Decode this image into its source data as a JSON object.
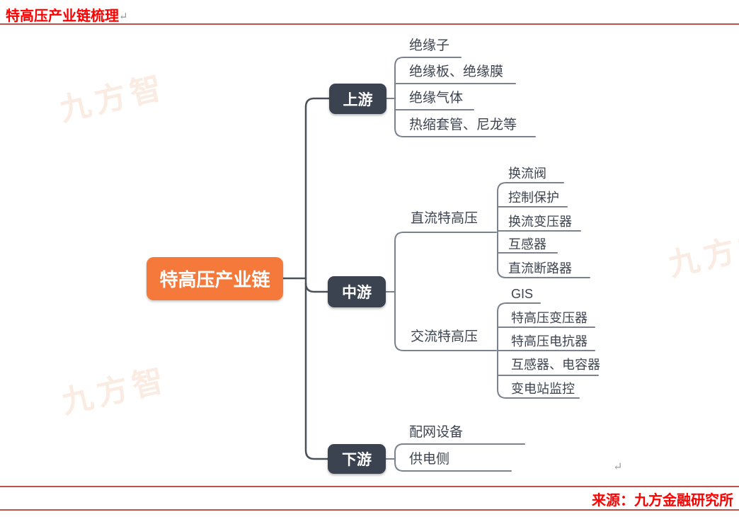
{
  "header": {
    "title": "特高压产业链梳理",
    "paragraph_mark": "↵"
  },
  "footer": {
    "source": "来源：九方金融研究所",
    "paragraph_mark": "↵"
  },
  "watermark": {
    "text": "九方智"
  },
  "colors": {
    "root_orange": "#f5793b",
    "branch_dark": "#3b4250",
    "connector_main": "#4a5059",
    "connector_child": "#7b828d",
    "title_red": "#fe0000",
    "rule_red": "#c0504d",
    "leaf_text": "#3d4450"
  },
  "mindmap": {
    "root": {
      "label": "特高压产业链"
    },
    "branches": [
      {
        "label": "上游",
        "children": [
          {
            "label": "绝缘子"
          },
          {
            "label": "绝缘板、绝缘膜"
          },
          {
            "label": "绝缘气体"
          },
          {
            "label": "热缩套管、尼龙等"
          }
        ]
      },
      {
        "label": "中游",
        "children": [
          {
            "label": "直流特高压",
            "children": [
              {
                "label": "换流阀"
              },
              {
                "label": "控制保护"
              },
              {
                "label": "换流变压器"
              },
              {
                "label": "互感器"
              },
              {
                "label": "直流断路器"
              }
            ]
          },
          {
            "label": "交流特高压",
            "children": [
              {
                "label": "GIS"
              },
              {
                "label": "特高压变压器"
              },
              {
                "label": "特高压电抗器"
              },
              {
                "label": "互感器、电容器"
              },
              {
                "label": "变电站监控"
              }
            ]
          }
        ]
      },
      {
        "label": "下游",
        "children": [
          {
            "label": "配网设备"
          },
          {
            "label": "供电侧"
          }
        ]
      }
    ]
  }
}
